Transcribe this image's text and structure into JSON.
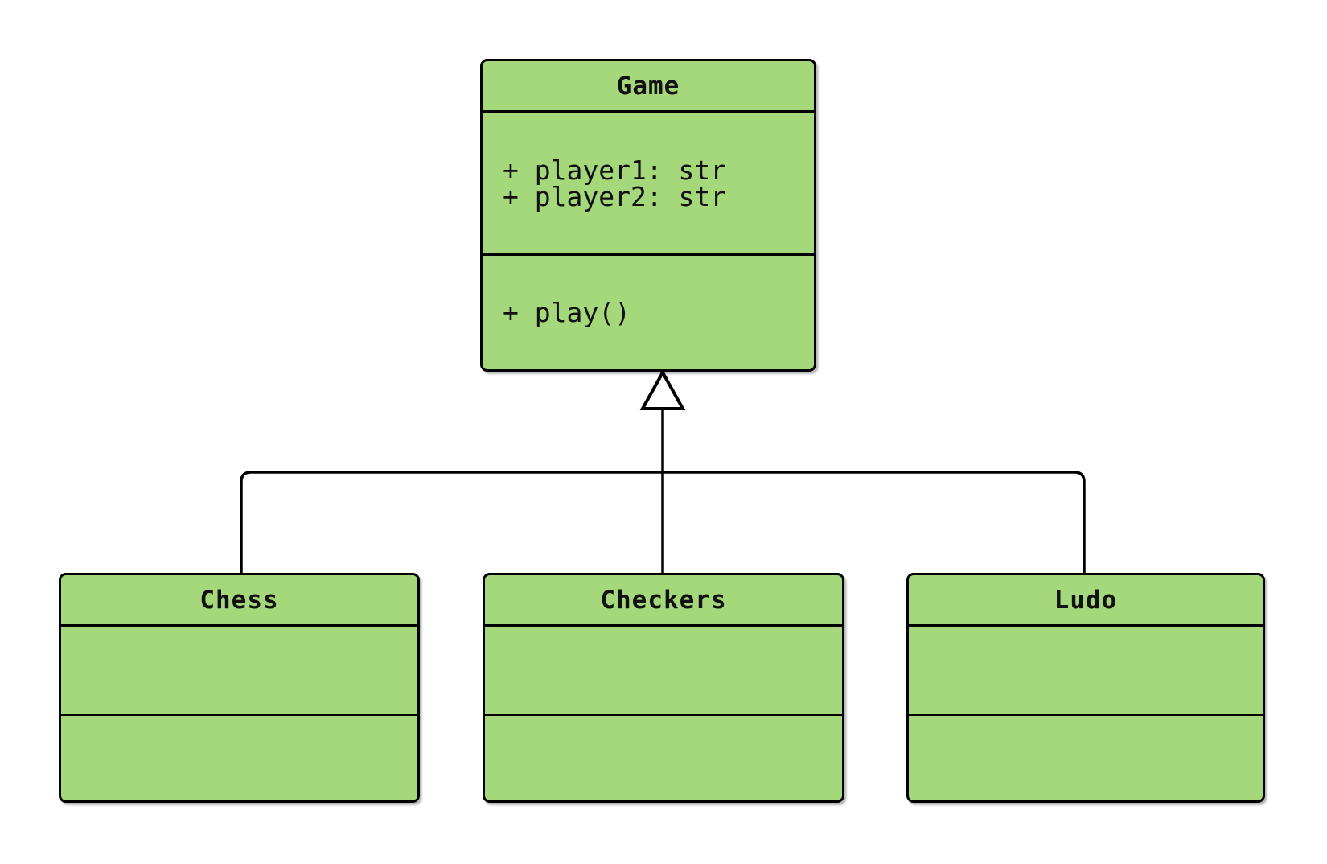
{
  "diagram": {
    "type": "uml-class-diagram",
    "background_color": "#FFFFFF",
    "box_fill_color": "#A5D77B",
    "box_stroke_color": "#000000",
    "text_color": "#111111",
    "arrowhead_fill_color": "#FFFFFF",
    "classes": [
      {
        "name": "Game",
        "attributes": [
          "+ player1: str",
          "+ player2: str"
        ],
        "methods": [
          "+ play()"
        ]
      },
      {
        "name": "Chess",
        "attributes": [],
        "methods": []
      },
      {
        "name": "Checkers",
        "attributes": [],
        "methods": []
      },
      {
        "name": "Ludo",
        "attributes": [],
        "methods": []
      }
    ],
    "relationships": [
      {
        "type": "inheritance",
        "child": "Chess",
        "parent": "Game"
      },
      {
        "type": "inheritance",
        "child": "Checkers",
        "parent": "Game"
      },
      {
        "type": "inheritance",
        "child": "Ludo",
        "parent": "Game"
      }
    ]
  }
}
